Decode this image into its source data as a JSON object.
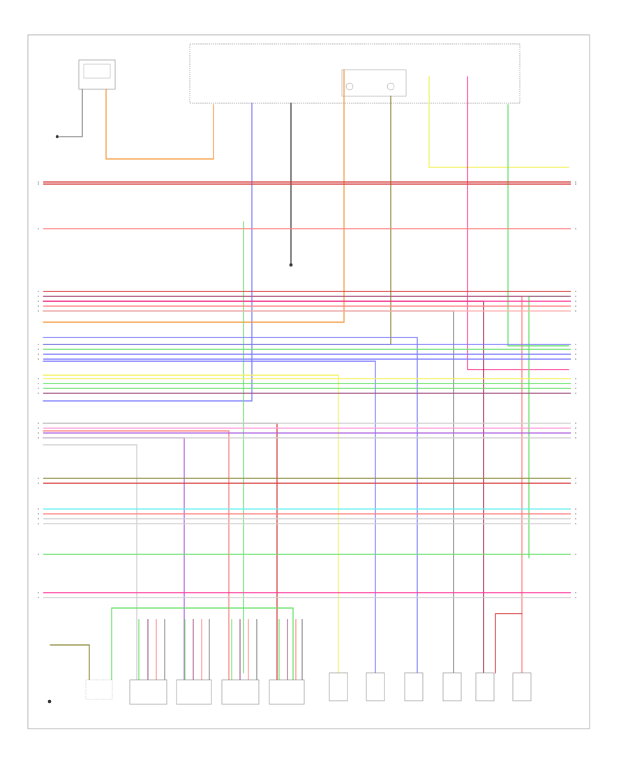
{
  "cluster": {
    "title": ""
  },
  "footer": {
    "page_id": ""
  },
  "colors": {
    "orange": "#f59a3c",
    "blue": "#7a7aff",
    "gray": "#7f7f7f",
    "olive": "#8c8c3a",
    "yellow": "#f2f25a",
    "magenta": "#ff3399",
    "lime": "#66e066",
    "red": "#d63a3a",
    "pink": "#ff8080",
    "violet": "#b060e0",
    "lightpink": "#ffa0d8",
    "cyan": "#66f0f0",
    "mauve": "#a05080",
    "darkred": "#a02040",
    "lightgray": "#cfcfcf",
    "black": "#333333"
  },
  "components": [
    {
      "id": "bottom-connector-1",
      "caption": ""
    },
    {
      "id": "bottom-connector-2",
      "caption": ""
    },
    {
      "id": "bottom-connector-3",
      "caption": ""
    },
    {
      "id": "bottom-connector-4",
      "caption": ""
    },
    {
      "id": "bottom-connector-5",
      "caption": ""
    },
    {
      "id": "bottom-sensor-1",
      "caption": ""
    },
    {
      "id": "bottom-sensor-2",
      "caption": ""
    },
    {
      "id": "bottom-sensor-3",
      "caption": ""
    },
    {
      "id": "bottom-sensor-4",
      "caption": ""
    },
    {
      "id": "bottom-sensor-5",
      "caption": ""
    },
    {
      "id": "bottom-sensor-6",
      "caption": ""
    }
  ],
  "bus_groups": [
    {
      "name": "group-a",
      "colors": [
        "#d63a3a",
        "#d63a3a"
      ]
    },
    {
      "name": "group-b",
      "colors": [
        "#ff8080"
      ]
    },
    {
      "name": "group-c",
      "colors": [
        "#d63a3a",
        "#a05080",
        "#ff3399",
        "#ff8080",
        "#ffb0b0"
      ]
    },
    {
      "name": "group-d",
      "colors": [
        "#7a7aff",
        "#66e066",
        "#7a7aff",
        "#7a7aff"
      ]
    },
    {
      "name": "group-e",
      "colors": [
        "#f2f25a",
        "#66e066",
        "#66e066",
        "#a05080"
      ]
    },
    {
      "name": "group-f",
      "colors": [
        "#cfcfcf",
        "#ffa0d8",
        "#b060e0",
        "#cfcfcf"
      ]
    },
    {
      "name": "group-g",
      "colors": [
        "#8c8c3a",
        "#d63a3a"
      ]
    },
    {
      "name": "group-h",
      "colors": [
        "#66f0f0",
        "#ff8080",
        "#cfcfcf",
        "#cfcfcf"
      ]
    },
    {
      "name": "group-i",
      "colors": [
        "#66e066"
      ]
    },
    {
      "name": "group-j",
      "colors": [
        "#ff3399",
        "#cfcfcf"
      ]
    }
  ]
}
